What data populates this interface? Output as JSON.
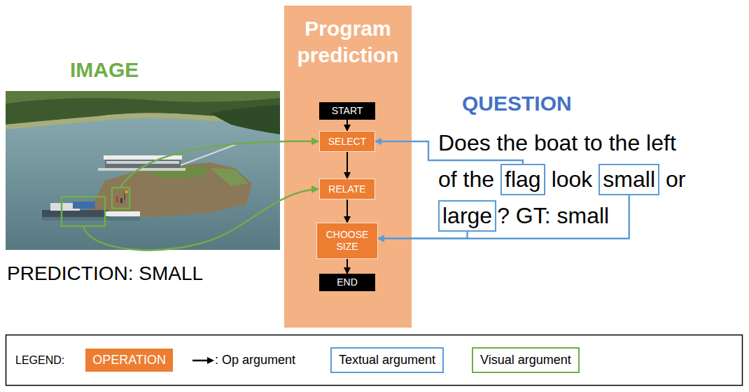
{
  "diagram": {
    "nodes": [
      {
        "text": [
          "Program prediction"
        ]
      },
      {
        "text": [
          "START"
        ],
        "in": 0
      },
      {
        "text": [
          "SELECT"
        ],
        "in": 0
      },
      {
        "text": [
          "RELATE"
        ],
        "in": 0
      },
      {
        "text": [
          "CHOOSE SIZE"
        ],
        "in": 0
      },
      {
        "text": [
          "END"
        ],
        "in": 0
      },
      {
        "text": [
          "flag"
        ]
      },
      {
        "text": [
          "small"
        ]
      },
      {
        "text": [
          "large"
        ]
      }
    ],
    "edges": [
      {
        "from": 1,
        "to": 2,
        "arrow": "to"
      },
      {
        "from": 2,
        "to": 3,
        "arrow": "to"
      },
      {
        "from": 3,
        "to": 4,
        "arrow": "to"
      },
      {
        "from": 4,
        "to": 5,
        "arrow": "to"
      },
      {
        "from": 6,
        "to": 2,
        "arrow": "to"
      },
      {
        "from": 7,
        "to": 4,
        "arrow": "to"
      },
      {
        "from": 8,
        "to": 4,
        "arrow": "to"
      }
    ],
    "labels": [
      "IMAGE",
      "QUESTION",
      "Does the boat to the left",
      "of the",
      "look",
      "or",
      "? GT: small",
      "PREDICTION: SMALL",
      "LEGEND:"
    ],
    "legend": [
      {
        "text": "OPERATION",
        "color": "#ed7d31"
      },
      {
        "text": ": Op argument"
      },
      {
        "text": "Textual argument"
      },
      {
        "text": "Visual argument"
      }
    ]
  }
}
